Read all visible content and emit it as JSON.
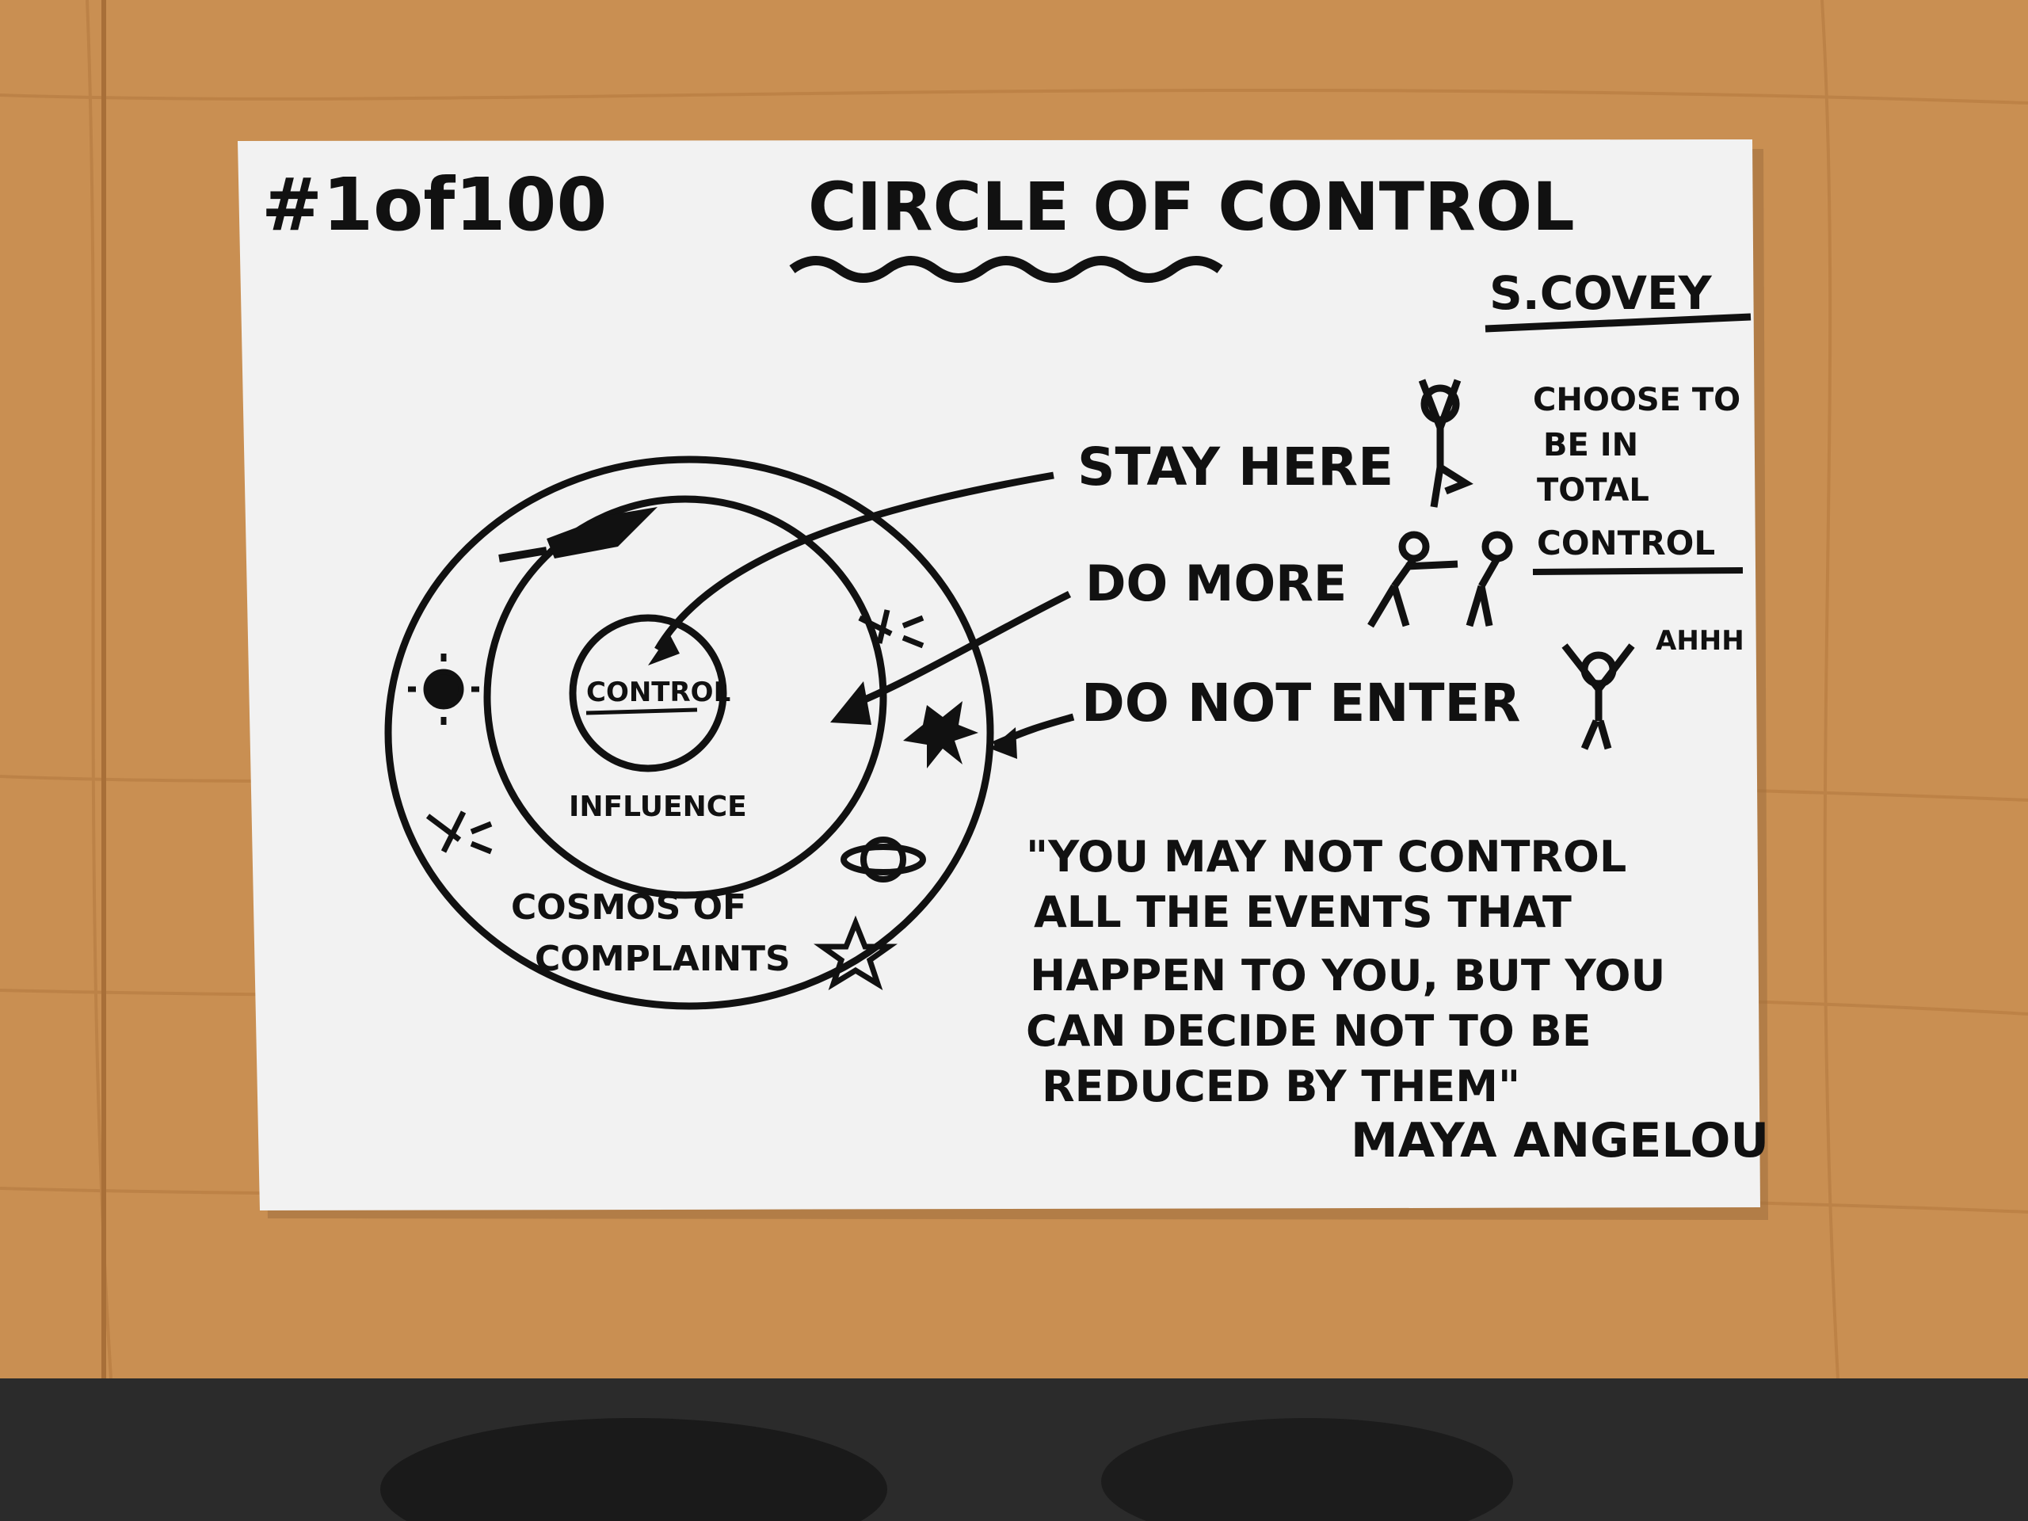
{
  "colors": {
    "table_wood": "#c98f52",
    "table_wood_light": "#d7a067",
    "table_wood_dark": "#b57a40",
    "floor_shadow": "#2b2b2b",
    "paper": "#f2f2f2",
    "ink": "#111111"
  },
  "sheet": {
    "page_number": "#1of100",
    "title": "CIRCLE OF CONTROL",
    "author": "S.COVEY"
  },
  "diagram": {
    "inner_label": "CONTROL",
    "middle_label": "INFLUENCE",
    "outer_label_line1": "COSMOS OF",
    "outer_label_line2": "COMPLAINTS",
    "icons": [
      "rocket-icon",
      "sun-icon",
      "sparkle-icon",
      "sparkle-icon",
      "explosion-icon",
      "planet-icon",
      "star-icon"
    ]
  },
  "annotations": {
    "stay_here": "STAY HERE",
    "do_more": "DO MORE",
    "do_not_enter": "DO NOT ENTER",
    "choose_line1": "CHOOSE TO",
    "choose_line2": "BE IN",
    "choose_line3": "TOTAL",
    "choose_line4": "CONTROL",
    "scream": "AHHH"
  },
  "quote": {
    "line1": "\"YOU MAY NOT CONTROL",
    "line2": "ALL THE EVENTS THAT",
    "line3": "HAPPEN TO YOU, BUT YOU",
    "line4": "CAN DECIDE NOT TO BE",
    "line5": "REDUCED BY THEM\"",
    "attribution": "MAYA ANGELOU"
  }
}
